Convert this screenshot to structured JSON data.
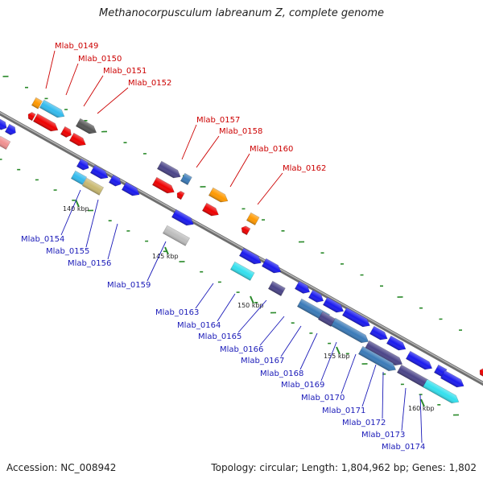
{
  "title": "Methanocorpusculum labreanum Z, complete genome",
  "footer": {
    "accession": "Accession: NC_008942",
    "summary": "Topology: circular; Length: 1,804,962 bp; Genes: 1,802"
  },
  "colors": {
    "backbone": "#8a8a8a",
    "top_label": "#cc0000",
    "bottom_label": "#1a1ab8",
    "tick": "#2a8a2a"
  },
  "ticks": [
    "140 kbp",
    "145 kbp",
    "150 kbp",
    "155 kbp",
    "160 kbp"
  ],
  "labels_top": [
    "Mlab_0149",
    "Mlab_0150",
    "Mlab_0151",
    "Mlab_0152",
    "Mlab_0157",
    "Mlab_0158",
    "Mlab_0160",
    "Mlab_0162"
  ],
  "labels_bottom": [
    "Mlab_0154",
    "Mlab_0155",
    "Mlab_0156",
    "Mlab_0159",
    "Mlab_0163",
    "Mlab_0164",
    "Mlab_0165",
    "Mlab_0166",
    "Mlab_0167",
    "Mlab_0168",
    "Mlab_0169",
    "Mlab_0170",
    "Mlab_0171",
    "Mlab_0172",
    "Mlab_0173",
    "Mlab_0174"
  ]
}
